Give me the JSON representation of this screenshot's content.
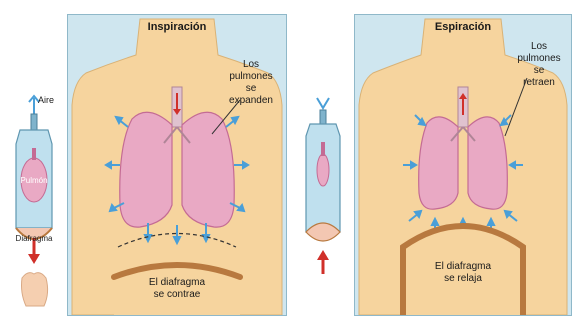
{
  "left_bottle": {
    "air_label": "Aire",
    "lung_label": "Pulmón",
    "diaphragm_label": "Diafragma"
  },
  "inspiration": {
    "title": "Inspiración",
    "lungs_caption": [
      "Los",
      "pulmones",
      "se",
      "expanden"
    ],
    "diaphragm_caption": [
      "El diafragma",
      "se contrae"
    ]
  },
  "expiration": {
    "title": "Espiración",
    "lungs_caption": [
      "Los",
      "pulmones",
      "se",
      "retraen"
    ],
    "diaphragm_caption": [
      "El diafragma",
      "se relaja"
    ]
  },
  "colors": {
    "skin": "#f6d49e",
    "lung": "#e9a9c4",
    "lung_edge": "#c46b94",
    "panel_bg": "#cfe6ef",
    "diaphragm": "#b8793f",
    "arrow_blue": "#4a9fd8",
    "arrow_red": "#d0302a"
  }
}
